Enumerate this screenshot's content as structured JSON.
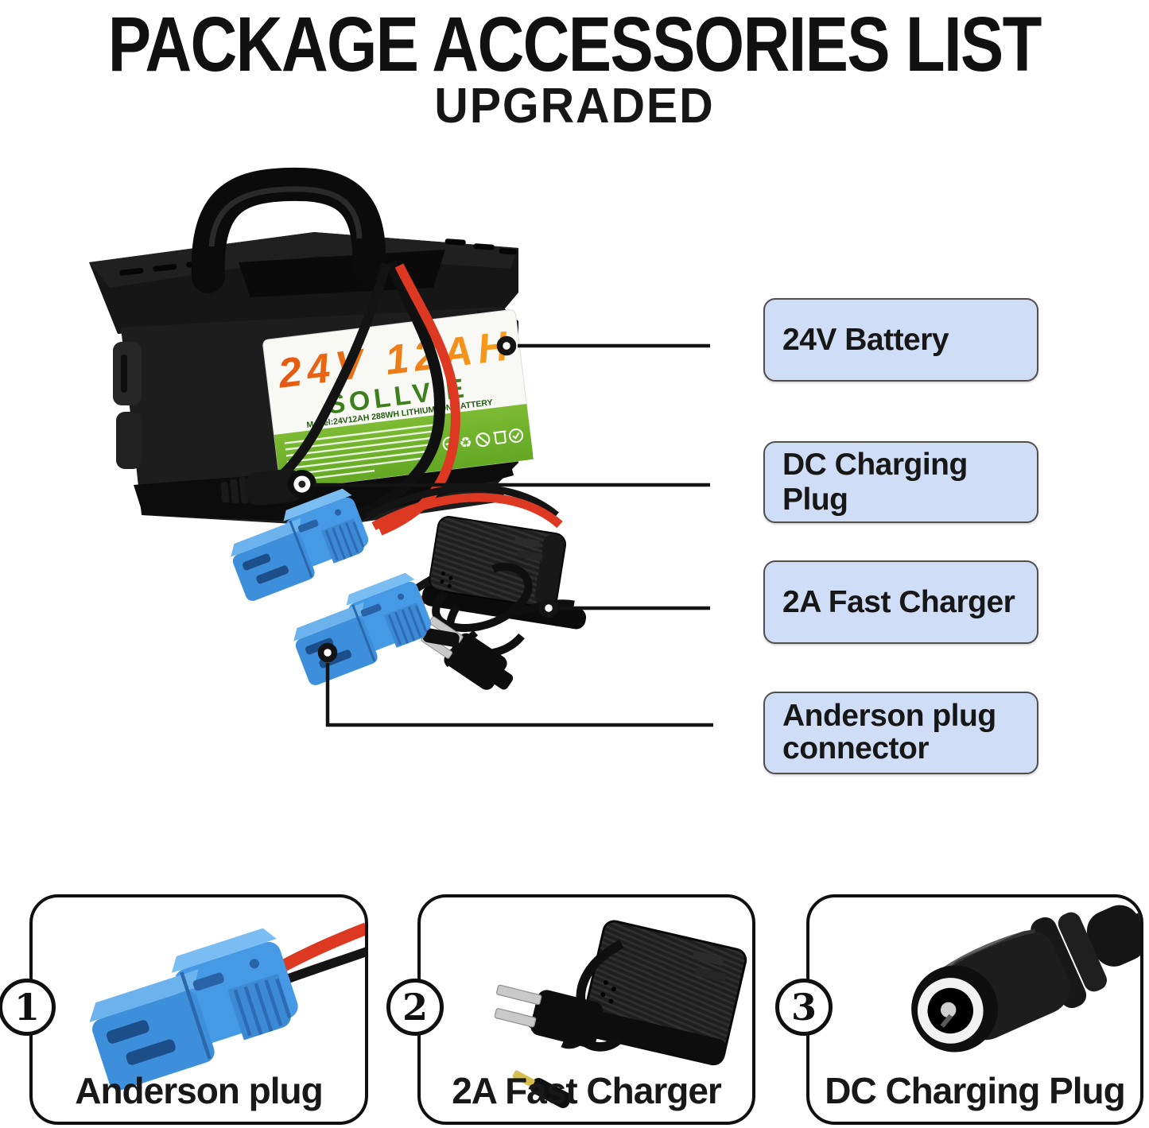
{
  "header": {
    "title": "PACKAGE ACCESSORIES LIST",
    "subtitle": "UPGRADED"
  },
  "battery": {
    "capacity": "24V 12AH",
    "brand": "SOLLVIE",
    "model_line": "Model:24V12AH 288WH   LITHIUM ION BATTERY",
    "label_icons": [
      "wheel-icon",
      "recycle-icon",
      "no-fire-icon",
      "trash-ban-icon",
      "ce-icon"
    ]
  },
  "callouts": [
    {
      "label": "24V Battery"
    },
    {
      "label": "DC Charging Plug"
    },
    {
      "label": "2A Fast Charger"
    },
    {
      "label": "Anderson plug connector",
      "line1": "Anderson plug",
      "line2": "connector"
    }
  ],
  "legend": [
    {
      "number": "1",
      "label": "Anderson plug"
    },
    {
      "number": "2",
      "label": "2A Fast Charger"
    },
    {
      "number": "3",
      "label": "DC Charging Plug"
    }
  ],
  "colors": {
    "callout_box_bg": "#cfdef6",
    "callout_box_border": "#4f4f4f",
    "callout_line": "#141414",
    "label_orange": "#ee7417",
    "label_green": "#74b52e",
    "brand_green": "#3d7f1d",
    "anderson_blue": "#4699e4",
    "wire_red": "#dc3822"
  }
}
